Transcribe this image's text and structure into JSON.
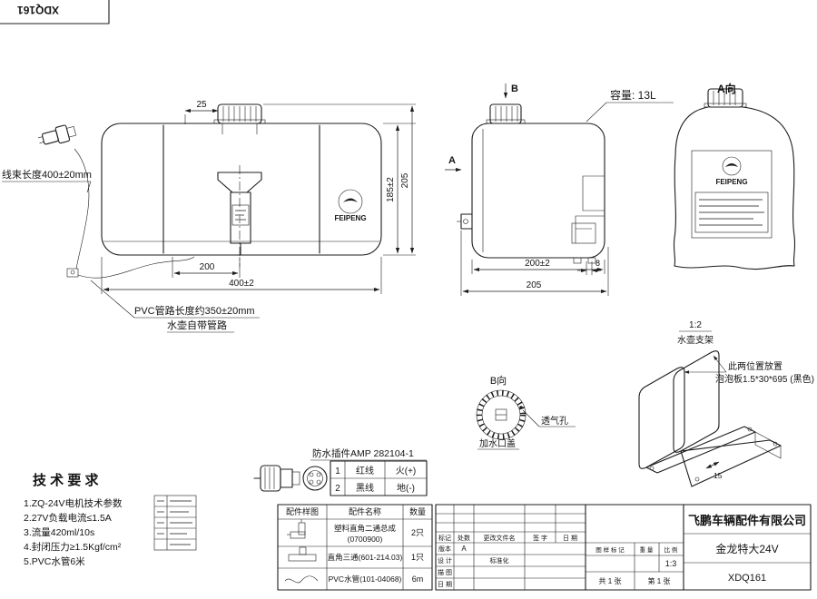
{
  "sheet": {
    "corner_drawing_no": "XDQ161"
  },
  "front": {
    "dim_25": "25",
    "dim_185": "185±2",
    "dim_205": "205",
    "dim_200": "200",
    "dim_400": "400±2",
    "logo": "FEIPENG",
    "label_harness": "线束长度400±20mm",
    "label_pvc": "PVC管路长度约350±20mm",
    "label_pipe": "水壶自带管路"
  },
  "side": {
    "arrow_b": "B",
    "arrow_a": "A",
    "capacity": "容量: 13L",
    "dim_200": "200±2",
    "dim_8": "8",
    "dim_205": "205"
  },
  "aview": {
    "label": "A向",
    "logo": "FEIPENG"
  },
  "bview": {
    "label": "B向",
    "vent": "透气孔",
    "cap": "加水口盖"
  },
  "bracket": {
    "scale": "1:2",
    "name": "水壶支架",
    "note1": "此两位置放置",
    "note2": "泡泡板1.5*30*695 (黑色)",
    "dim_15": "15"
  },
  "tech": {
    "title": "技 术 要 求",
    "items": [
      "1.ZQ-24V电机技术参数",
      "2.27V负载电流≤1.5A",
      "3.流量420ml/10s",
      "4.封闭压力≥1.5Kgf/cm²",
      "5.PVC水管6米"
    ]
  },
  "connector": {
    "title": "防水插件AMP 282104-1",
    "rows": [
      {
        "no": "1",
        "wire": "红线",
        "fn": "火(+)"
      },
      {
        "no": "2",
        "wire": "黑线",
        "fn": "地(-)"
      }
    ]
  },
  "parts": {
    "headers": [
      "配件样图",
      "配件名称",
      "数量"
    ],
    "rows": [
      {
        "name1": "塑料直角二通总成",
        "name2": "(0700900)",
        "qty": "2只"
      },
      {
        "name1": "直角三通(601-214.03)",
        "name2": "",
        "qty": "1只"
      },
      {
        "name1": "PVC水管(101-04068)",
        "name2": "",
        "qty": "6m"
      }
    ]
  },
  "tb": {
    "company": "飞鹏车辆配件有限公司",
    "product": "金龙特大24V",
    "drawing_no": "XDQ161",
    "rev": {
      "mark": "标记",
      "count": "处数",
      "file": "更改文件名",
      "sign": "签 字",
      "date": "日 期"
    },
    "f": {
      "version_label": "版本",
      "version": "A",
      "design": "设 计",
      "standard": "标准化",
      "trace": "描 图",
      "date": "日 期",
      "stage": "图 样 标 记",
      "weight": "重 量",
      "scale_label": "比 例",
      "scale": "1:3",
      "sheets": "共 1 张",
      "sheet_no": "第 1 张"
    }
  }
}
